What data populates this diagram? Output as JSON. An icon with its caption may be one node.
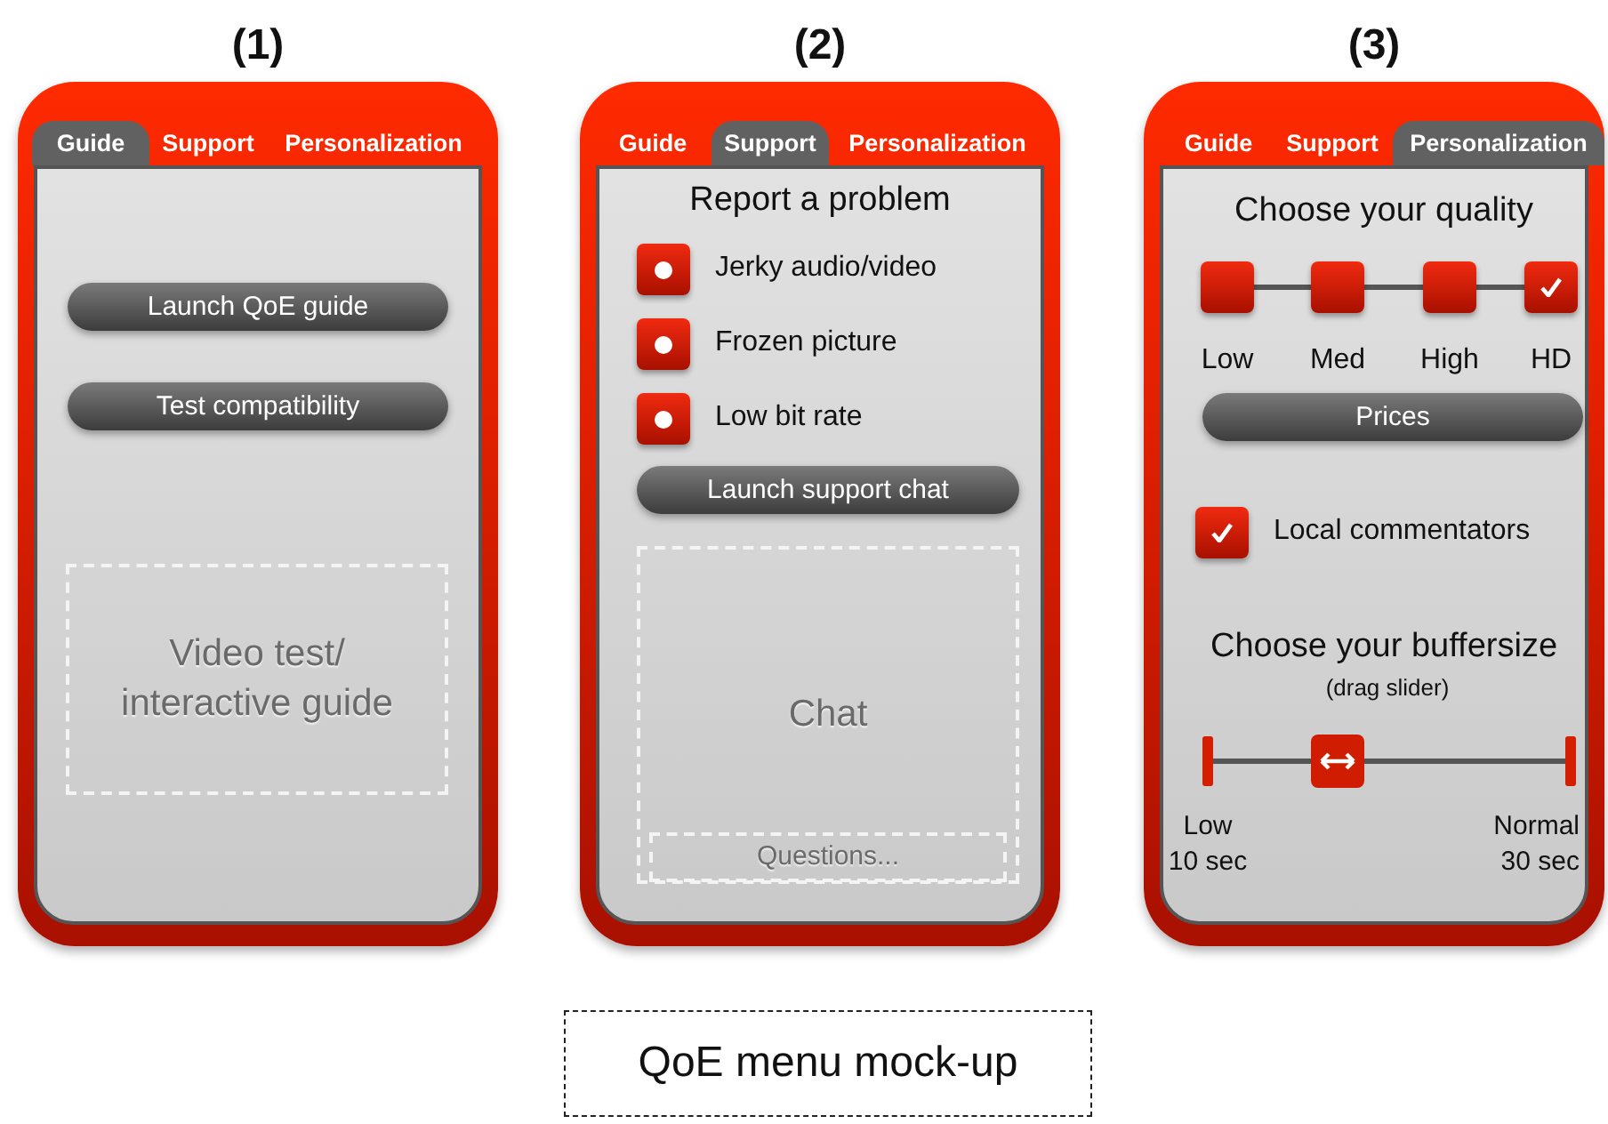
{
  "diagram": {
    "nodes": [
      {
        "text": [
          "(1)"
        ]
      },
      {
        "text": [
          "Guide"
        ],
        "in": 0
      },
      {
        "text": [
          "Support"
        ],
        "in": 0
      },
      {
        "text": [
          "Personalization"
        ],
        "in": 0
      },
      {
        "text": [
          "Launch QoE guide"
        ],
        "in": 0
      },
      {
        "text": [
          "Test compatibility"
        ],
        "in": 0
      },
      {
        "text": [
          "Video test/ interactive guide"
        ],
        "in": 0
      },
      {
        "text": [
          "(2)"
        ]
      },
      {
        "text": [
          "Guide"
        ],
        "in": 7
      },
      {
        "text": [
          "Support"
        ],
        "in": 7
      },
      {
        "text": [
          "Personalization"
        ],
        "in": 7
      },
      {
        "text": [],
        "shape": "box",
        "in": 7,
        "beside": [
          "Jerky audio/video"
        ]
      },
      {
        "text": [],
        "shape": "box",
        "in": 7,
        "beside": [
          "Frozen picture"
        ]
      },
      {
        "text": [],
        "shape": "box",
        "in": 7,
        "beside": [
          "Low bit rate"
        ]
      },
      {
        "text": [
          "Launch support chat"
        ],
        "in": 7
      },
      {
        "text": [
          "Chat"
        ],
        "in": 7
      },
      {
        "text": [
          "Questions..."
        ],
        "in": 15
      },
      {
        "text": [
          "(3)"
        ]
      },
      {
        "text": [
          "Guide"
        ],
        "in": 17
      },
      {
        "text": [
          "Support"
        ],
        "in": 17
      },
      {
        "text": [
          "Personalization"
        ],
        "in": 17
      },
      {
        "text": [],
        "shape": "box",
        "in": 17,
        "beside": [
          "Low"
        ]
      },
      {
        "text": [],
        "shape": "box",
        "in": 17,
        "beside": [
          "Med"
        ]
      },
      {
        "text": [],
        "shape": "box",
        "in": 17,
        "beside": [
          "High"
        ]
      },
      {
        "text": [],
        "shape": "box",
        "in": 17,
        "beside": [
          "HD"
        ]
      },
      {
        "text": [
          "Prices"
        ],
        "in": 17
      },
      {
        "text": [],
        "shape": "box",
        "in": 17,
        "beside": [
          "Local commentators"
        ]
      },
      {
        "text": [
          "QoE menu mock-up"
        ]
      }
    ],
    "edges": [
      {
        "from": 21,
        "to": 22,
        "arrow": "none"
      },
      {
        "from": 22,
        "to": 23,
        "arrow": "none"
      },
      {
        "from": 23,
        "to": 24,
        "arrow": "none"
      }
    ],
    "labels": [
      "Report a problem",
      "Choose your quality",
      "Choose your buffersize",
      "(drag slider)",
      "Low 10 sec",
      "Normal 30 sec"
    ]
  }
}
